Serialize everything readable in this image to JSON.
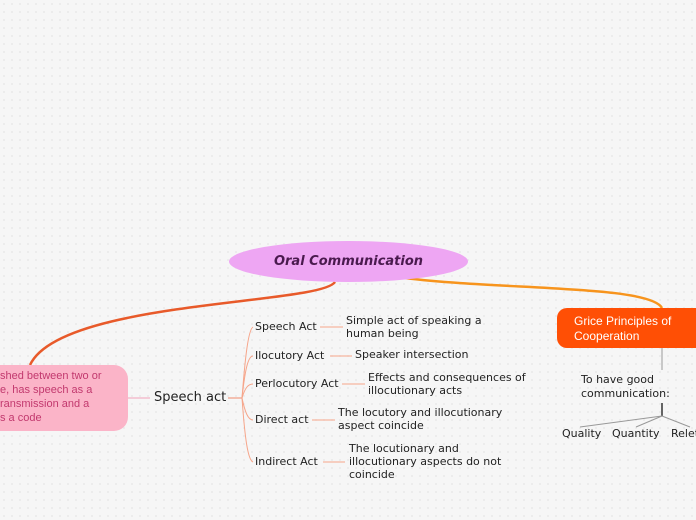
{
  "central": {
    "label": "Oral Communication"
  },
  "left_topic": {
    "lines": [
      "shed between two or",
      "e, has speech as a",
      "ransmission and a",
      "s a code"
    ]
  },
  "speech_act": {
    "label": "Speech act",
    "branches": [
      {
        "label": "Speech Act",
        "desc": [
          "Simple act of speaking a",
          "human being"
        ]
      },
      {
        "label": "Ilocutory Act",
        "desc": [
          "Speaker intersection"
        ]
      },
      {
        "label": "Perlocutory Act",
        "desc": [
          "Effects and consequences of",
          "illocutionary acts"
        ]
      },
      {
        "label": "Direct act",
        "desc": [
          "The locutory and illocutionary",
          "aspect coincide"
        ]
      },
      {
        "label": "Indirect Act",
        "desc": [
          "The locutionary and",
          "illocutionary aspects do not",
          "coincide"
        ]
      }
    ]
  },
  "grice": {
    "label_lines": [
      "Grice Principles of",
      "Cooperation"
    ],
    "sub_lines": [
      "To have good",
      "communication:"
    ],
    "maxims": [
      "Quality",
      "Quantity",
      "Relet"
    ]
  },
  "colors": {
    "central": "#eea6f3",
    "pink": "#fbb4c8",
    "orange": "#ff4f05",
    "link_left": "#e85a2a",
    "link_right": "#f7941d"
  }
}
